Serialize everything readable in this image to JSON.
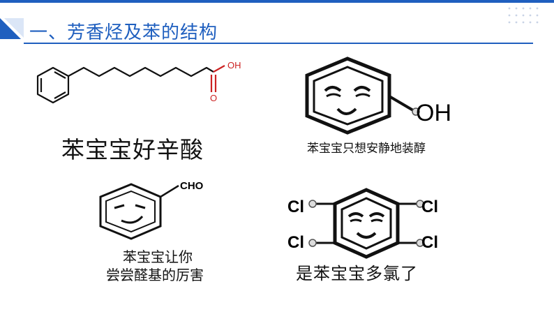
{
  "header": {
    "title": "一、芳香烃及苯的结构",
    "accent_color": "#1f5fbf"
  },
  "panels": [
    {
      "caption": "苯宝宝好辛酸",
      "formula_labels": [
        "OH",
        "O"
      ],
      "icon": "benzene-octanoic-acid-structure"
    },
    {
      "caption": "苯宝宝只想安静地装醇",
      "formula_labels": [
        "OH"
      ],
      "icon": "smiling-benzene-phenol"
    },
    {
      "caption_lines": [
        "苯宝宝让你",
        "尝尝醛基的厉害"
      ],
      "formula_labels": [
        "CHO"
      ],
      "icon": "smirking-benzene-aldehyde"
    },
    {
      "caption": "是苯宝宝多氯了",
      "formula_labels": [
        "Cl",
        "Cl",
        "Cl",
        "Cl"
      ],
      "icon": "serene-benzene-tetrachloro"
    }
  ]
}
